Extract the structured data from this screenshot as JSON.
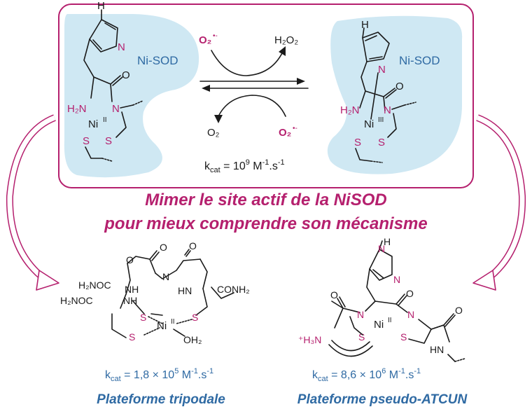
{
  "top_panel": {
    "left_enzyme": {
      "label": "Ni-SOD",
      "h_label": "H",
      "n_label": "N",
      "nh2_label": "H₂N",
      "ni_label": "Ni",
      "ni_ox": "II",
      "n_amide": "N",
      "o_label": "O",
      "s1": "S",
      "s2": "S"
    },
    "right_enzyme": {
      "label": "Ni-SOD",
      "h_label": "H",
      "n_label": "N",
      "nh2_label": "H₂N",
      "ni_label": "Ni",
      "ni_ox": "III",
      "n_amide": "N",
      "o_label": "O",
      "s1": "S",
      "s2": "S"
    },
    "reaction": {
      "top_left": "O₂",
      "top_left_sup": "•-",
      "top_right": "H₂O₂",
      "bottom_left": "O₂",
      "bottom_right": "O₂",
      "bottom_right_sup": "•-"
    },
    "kcat": {
      "k": "k",
      "sub": "cat",
      "value": " = 10",
      "exp": "9",
      "unit": " M",
      "unit_exp": "-1",
      "unit_tail": ".s",
      "unit_tail_exp": "-1"
    }
  },
  "title": {
    "line1": "Mimer le site actif de la NiSOD",
    "line2": "pour mieux comprendre son mécanisme"
  },
  "tripodal": {
    "labels": {
      "h2noc_1": "H₂NOC",
      "h2noc_2": "H₂NOC",
      "nh_1": "NH",
      "nh_2": "NH",
      "hn": "HN",
      "n_center": "N",
      "conh2": "CONH₂",
      "o1": "O",
      "o2": "O",
      "o3": "O",
      "s1": "S",
      "s2": "S",
      "s3": "S",
      "ni": "Ni",
      "ni_ox": "II",
      "oh2": "OH₂"
    },
    "kcat": {
      "k": "k",
      "sub": "cat",
      "value": " = 1,8 × 10",
      "exp": "5",
      "unit": " M",
      "unit_exp": "-1",
      "unit_tail": ".s",
      "unit_tail_exp": "-1"
    },
    "caption": "Plateforme tripodale"
  },
  "atcun": {
    "labels": {
      "h": "H",
      "n_ring1": "N",
      "n_ring2": "N",
      "o1": "O",
      "o2": "O",
      "o3": "O",
      "n1": "N",
      "n2": "N",
      "ni": "Ni",
      "ni_ox": "II",
      "s1": "S",
      "s2": "S",
      "h3n": "⁺H₃N",
      "hn": "HN"
    },
    "kcat": {
      "k": "k",
      "sub": "cat",
      "value": " = 8,6 × 10",
      "exp": "6",
      "unit": " M",
      "unit_exp": "-1",
      "unit_tail": ".s",
      "unit_tail_exp": "-1"
    },
    "caption": "Plateforme pseudo-ATCUN"
  },
  "colors": {
    "magenta": "#b5206e",
    "blue_text": "#2f6aa3",
    "protein_blob": "#cfe8f3",
    "arrow_fill": "#ffffff"
  }
}
